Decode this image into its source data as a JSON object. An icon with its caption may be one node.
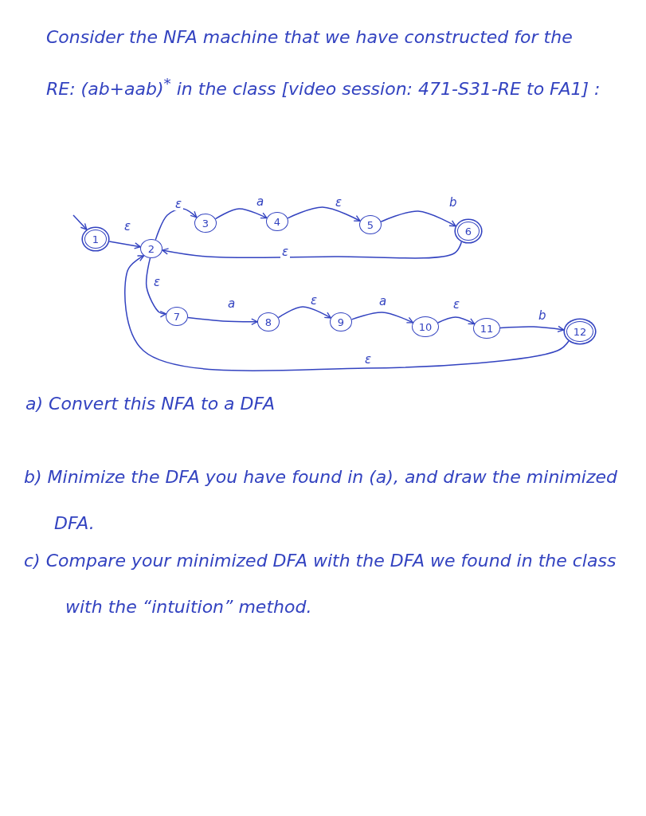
{
  "diagram": {
    "nodes": [
      {
        "text": [
          "1"
        ]
      },
      {
        "text": [
          "2"
        ]
      },
      {
        "text": [
          "3"
        ]
      },
      {
        "text": [
          "4"
        ]
      },
      {
        "text": [
          "5"
        ]
      },
      {
        "text": [
          "6"
        ]
      },
      {
        "text": [
          "7"
        ]
      },
      {
        "text": [
          "8"
        ]
      },
      {
        "text": [
          "9"
        ]
      },
      {
        "text": [
          "10"
        ]
      },
      {
        "text": [
          "11"
        ]
      },
      {
        "text": [
          "12"
        ]
      }
    ],
    "edges": [
      {
        "from": null,
        "to": 0,
        "arrow": "to"
      },
      {
        "from": 0,
        "to": 1,
        "arrow": "to",
        "label": "ε"
      },
      {
        "from": 1,
        "to": 2,
        "arrow": "to",
        "label": "ε"
      },
      {
        "from": 2,
        "to": 3,
        "arrow": "to",
        "label": "a"
      },
      {
        "from": 3,
        "to": 4,
        "arrow": "to",
        "label": "ε"
      },
      {
        "from": 4,
        "to": 5,
        "arrow": "to",
        "label": "b"
      },
      {
        "from": 5,
        "to": 1,
        "arrow": "to",
        "label": "ε"
      },
      {
        "from": 1,
        "to": 6,
        "arrow": "to",
        "label": "ε"
      },
      {
        "from": 6,
        "to": 7,
        "arrow": "to",
        "label": "a"
      },
      {
        "from": 7,
        "to": 8,
        "arrow": "to",
        "label": "ε"
      },
      {
        "from": 8,
        "to": 9,
        "arrow": "to",
        "label": "a"
      },
      {
        "from": 9,
        "to": 10,
        "arrow": "to",
        "label": "ε"
      },
      {
        "from": 10,
        "to": 11,
        "arrow": "to",
        "label": "b"
      },
      {
        "from": 11,
        "to": 1,
        "arrow": "to",
        "label": "ε"
      }
    ],
    "labels": [
      "Consider the NFA machine that we have constructed for the RE: (ab+aab)$^{*}$ in the class [video session: 471-S31-RE to FA1] :",
      "a) Convert this NFA to a DFA",
      "b) Minimize the DFA you have found in (a), and draw the minimized DFA.",
      "c) Compare your minimized DFA with the DFA we found in the class with the “intuition” method."
    ]
  }
}
